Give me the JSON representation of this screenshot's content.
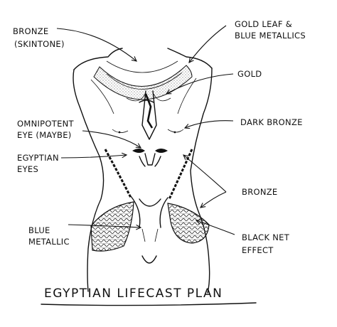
{
  "title": "EGYPTIAN LIFECAST PLAN",
  "labels": {
    "bronze_skintone_1": "BRONZE",
    "bronze_skintone_2": "(SKINTONE)",
    "gold_leaf_1": "GOLD LEAF &",
    "gold_leaf_2": "BLUE METALLICS",
    "gold": "GOLD",
    "omnipotent_1": "OMNIPOTENT",
    "omnipotent_2": "EYE (MAYBE)",
    "dark_bronze": "DARK BRONZE",
    "egyptian_eyes_1": "EGYPTIAN",
    "egyptian_eyes_2": "EYES",
    "bronze": "BRONZE",
    "blue_metallic_1": "BLUE",
    "blue_metallic_2": "METALLIC",
    "black_net_1": "BLACK NET",
    "black_net_2": "EFFECT"
  }
}
